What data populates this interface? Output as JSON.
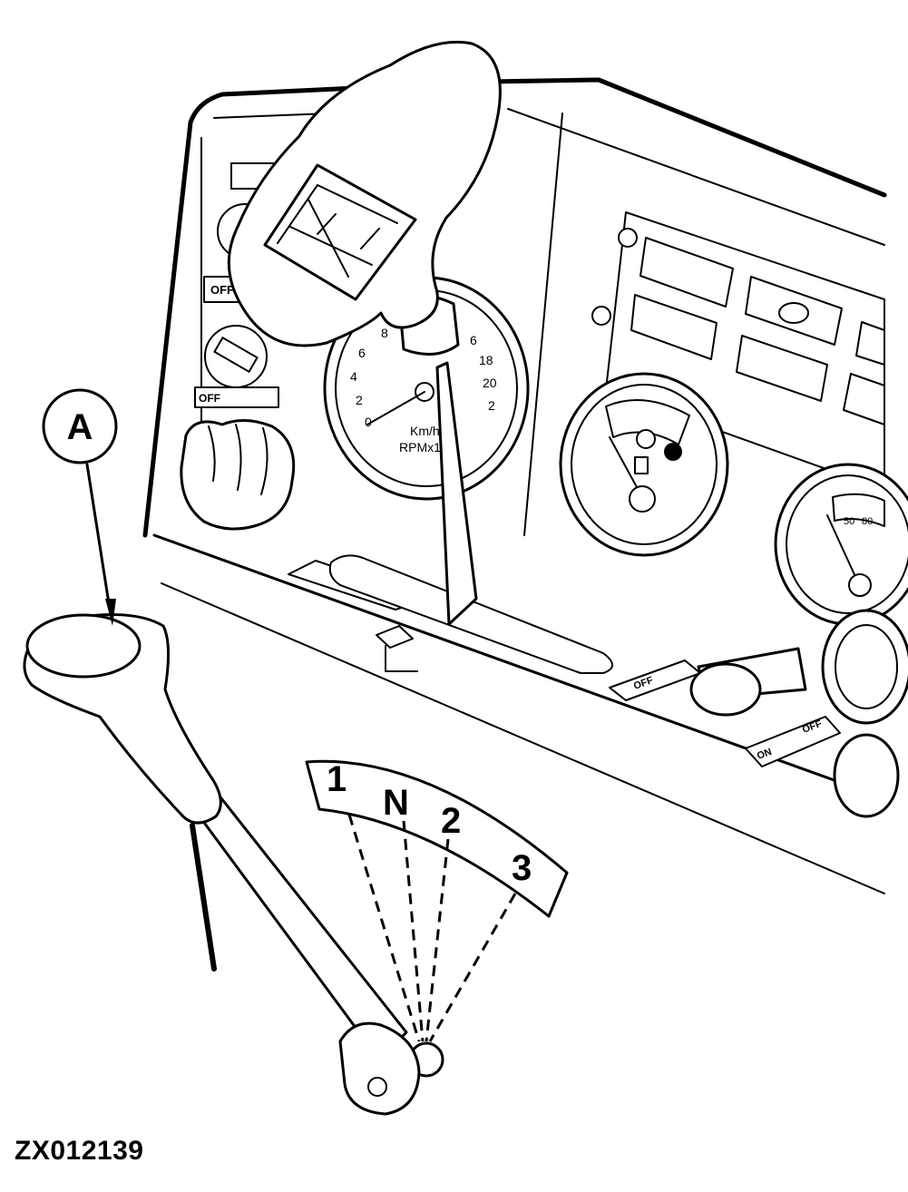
{
  "figure_id": "ZX012139",
  "callout": {
    "label": "A"
  },
  "shift_gate": {
    "positions": [
      "1",
      "N",
      "2",
      "3"
    ]
  },
  "speedometer": {
    "unit_line1": "Km/h",
    "unit_line2": "RPMx1",
    "inner_ticks": [
      "0",
      "2",
      "4",
      "6",
      "8"
    ],
    "outer_ticks": [
      "6",
      "18",
      "20",
      "2"
    ]
  },
  "temperature_gauge": {
    "ticks": [
      "50",
      "80"
    ]
  },
  "switch_labels": {
    "off": "OFF",
    "on": "ON",
    "off_small": "OFF"
  }
}
